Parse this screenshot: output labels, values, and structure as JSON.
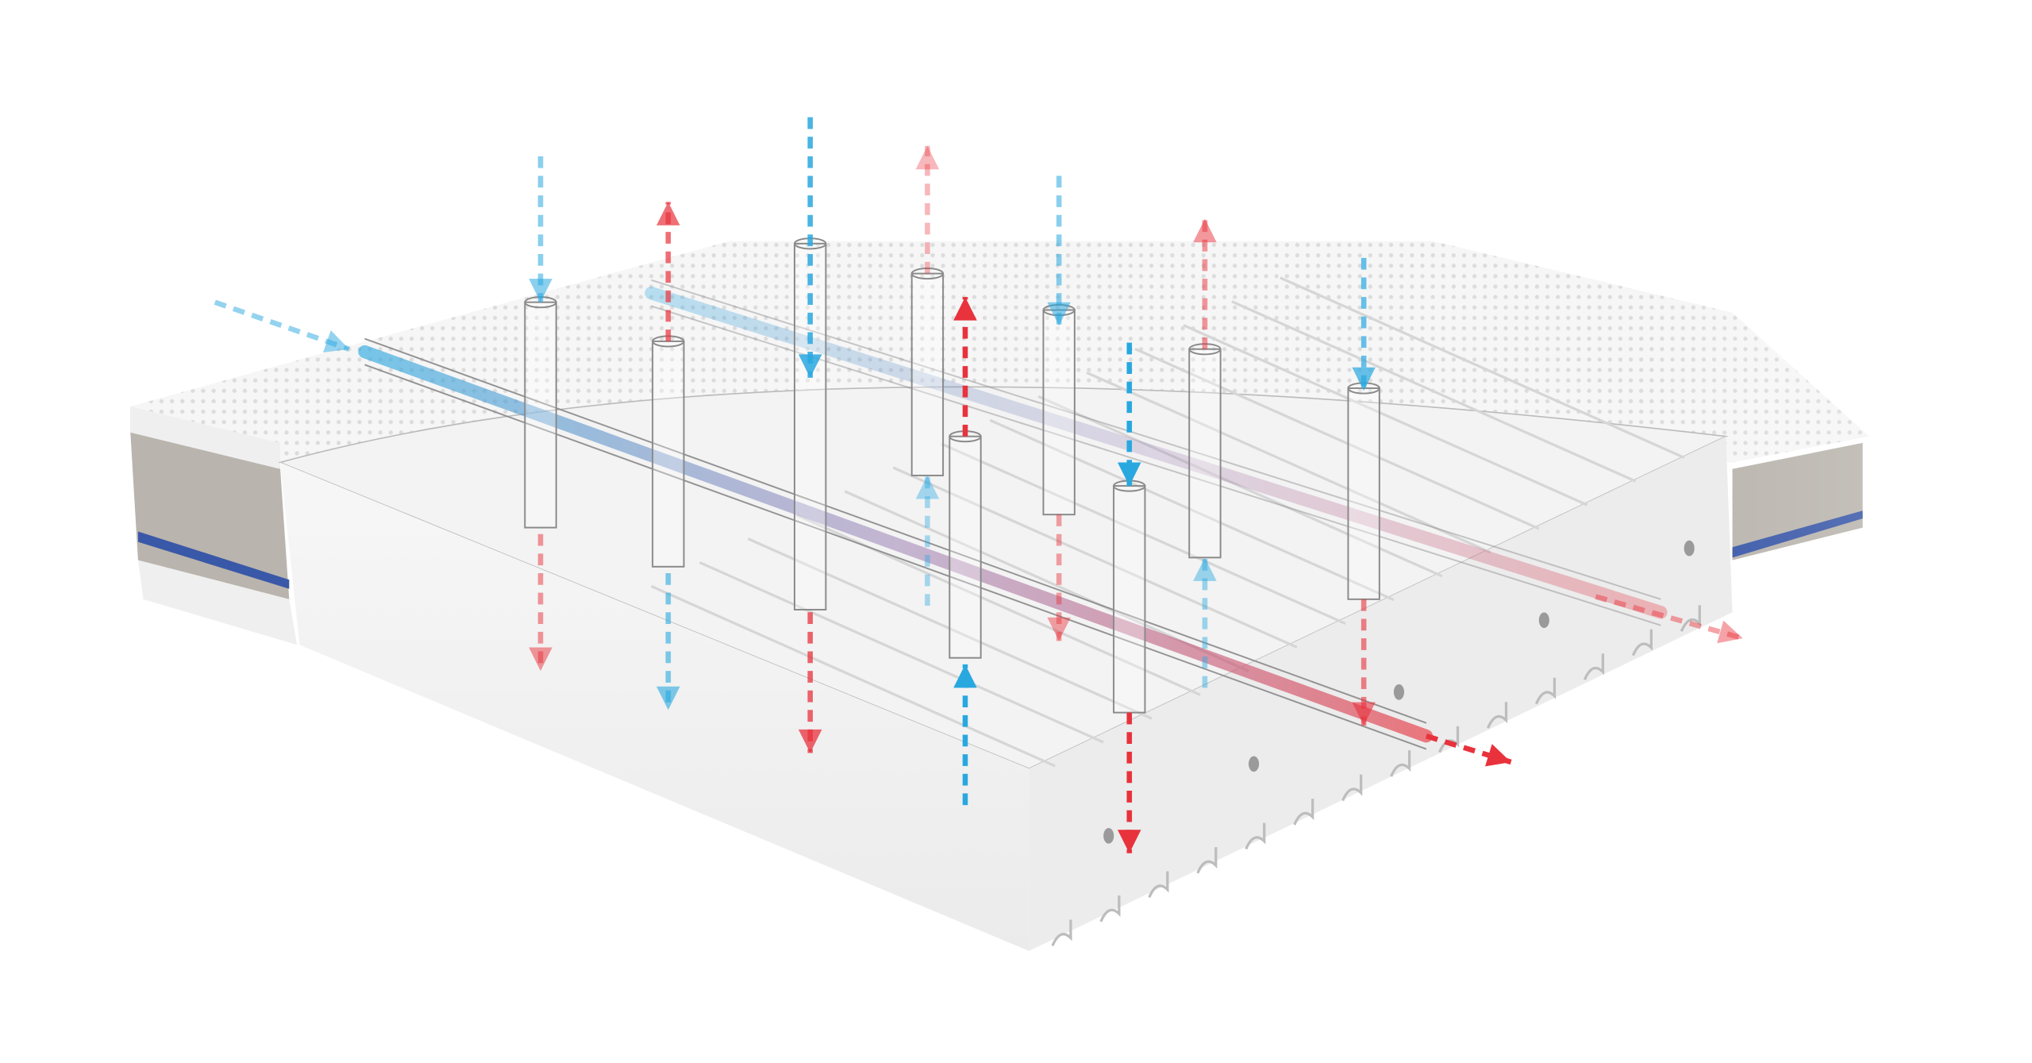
{
  "colors": {
    "background": "#ffffff",
    "cool_air": "#29a8e0",
    "cool_air_light": "#9fd8f2",
    "warm_air": "#e8323c",
    "warm_air_light": "#f2a0a6",
    "foam": "#f4f4f4",
    "cover_band": "#b9b4ad",
    "cover_stripe": "#3a58a8",
    "channel_outline": "#8a8a8a"
  },
  "icons": [
    "mattress-illustration",
    "airflow-arrow",
    "ventilation-channel"
  ]
}
